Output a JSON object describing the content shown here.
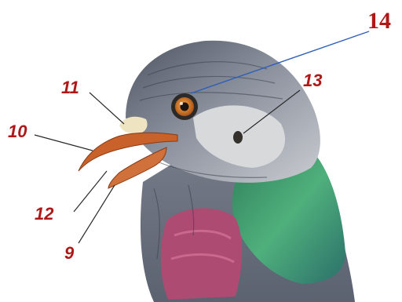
{
  "labels": {
    "l9": "9",
    "l10": "10",
    "l11": "11",
    "l12": "12",
    "l13": "13",
    "l14": "14"
  },
  "colors": {
    "label_text": "#b01818",
    "leader_line_dark": "#2a2a2a",
    "leader_line_blue": "#2f5fb8",
    "head_grey": "#7d8290",
    "beak_orange": "#c8622a",
    "cere_cream": "#efe4c2",
    "neck_green": "#3f9a6e",
    "breast_pink": "#b04a6e",
    "eye_orange": "#d2771e"
  }
}
